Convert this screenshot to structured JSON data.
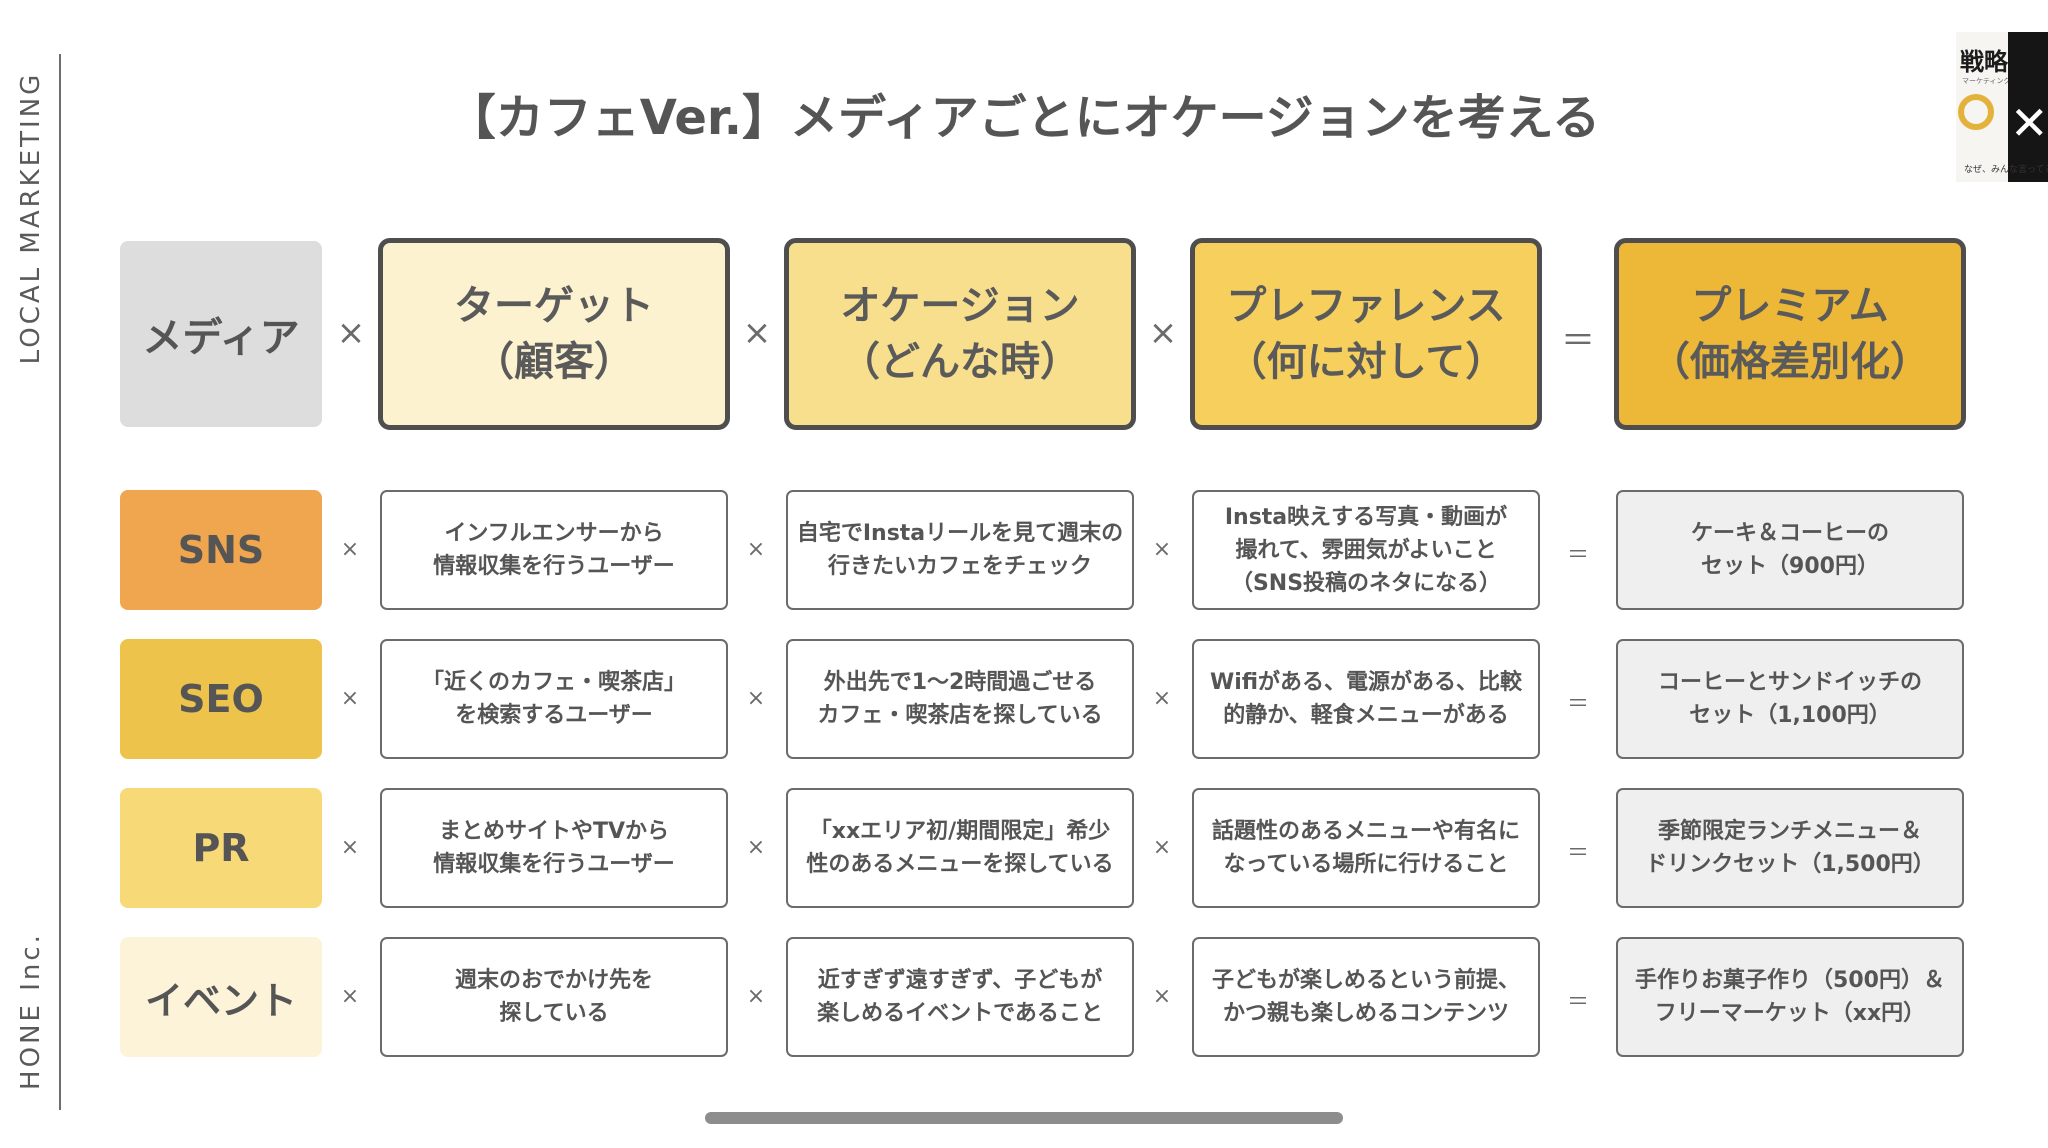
{
  "sidebar": {
    "top_text": "LOCAL MARKETING",
    "bottom_text": "HONE Inc."
  },
  "title": "【カフェVer.】メディアごとにオケージョンを考える",
  "thumbnail": {
    "title": "戦略",
    "subtitle": "マーケティング",
    "caption": "なぜ、みんな言ってることが違うの？",
    "icon": "close-icon"
  },
  "header": {
    "media": "メディア",
    "target": [
      "ターゲット",
      "（顧客）"
    ],
    "occasion": [
      "オケージョン",
      "（どんな時）"
    ],
    "preference": [
      "プレファレンス",
      "（何に対して）"
    ],
    "premium": [
      "プレミアム",
      "（価格差別化）"
    ]
  },
  "operators": {
    "times": "×",
    "equals": "＝"
  },
  "rows": [
    {
      "media": "SNS",
      "target": [
        "インフルエンサーから",
        "情報収集を行うユーザー"
      ],
      "occasion": [
        "自宅でInstaリールを見て週末の",
        "行きたいカフェをチェック"
      ],
      "preference": [
        "Insta映えする写真・動画が",
        "撮れて、雰囲気がよいこと",
        "（SNS投稿のネタになる）"
      ],
      "premium": [
        "ケーキ＆コーヒーの",
        "セット（900円）"
      ]
    },
    {
      "media": "SEO",
      "target": [
        "「近くのカフェ・喫茶店」",
        "を検索するユーザー"
      ],
      "occasion": [
        "外出先で1〜2時間過ごせる",
        "カフェ・喫茶店を探している"
      ],
      "preference": [
        "Wifiがある、電源がある、比較",
        "的静か、軽食メニューがある"
      ],
      "premium": [
        "コーヒーとサンドイッチの",
        "セット（1,100円）"
      ]
    },
    {
      "media": "PR",
      "target": [
        "まとめサイトやTVから",
        "情報収集を行うユーザー"
      ],
      "occasion": [
        "「xxエリア初/期間限定」希少",
        "性のあるメニューを探している"
      ],
      "preference": [
        "話題性のあるメニューや有名に",
        "なっている場所に行けること"
      ],
      "premium": [
        "季節限定ランチメニュー＆",
        "ドリンクセット（1,500円）"
      ]
    },
    {
      "media": "イベント",
      "target": [
        "週末のおでかけ先を",
        "探している"
      ],
      "occasion": [
        "近すぎず遠すぎず、子どもが",
        "楽しめるイベントであること"
      ],
      "preference": [
        "子どもが楽しめるという前提、",
        "かつ親も楽しめるコンテンツ"
      ],
      "premium": [
        "手作りお菓子作り（500円）＆",
        "フリーマーケット（xx円）"
      ]
    }
  ],
  "colors": {
    "media_header": "#dddddd",
    "target_header": "#fcf2d0",
    "occasion_header": "#f8df8e",
    "preference_header": "#f6cf5c",
    "premium_header": "#edb838",
    "sns": "#f0a54f",
    "seo": "#eec34c",
    "pr": "#f7d978",
    "event": "#fcf3d8"
  }
}
